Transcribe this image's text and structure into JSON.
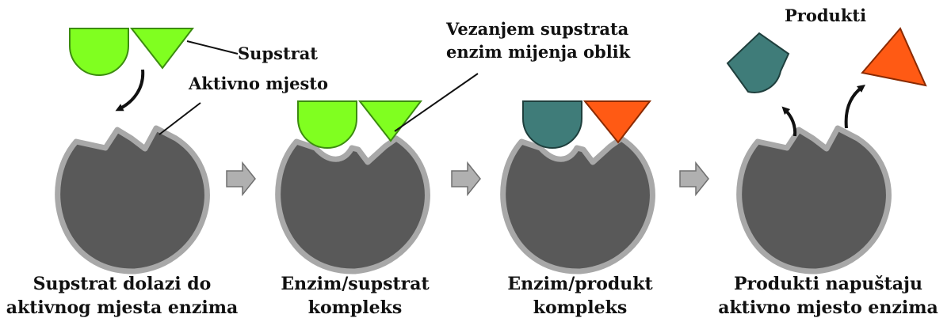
{
  "labels": {
    "substrate": "Supstrat",
    "active_site": "Aktivno mjesto",
    "binding_line1": "Vezanjem supstrata",
    "binding_line2": "enzim mijenja oblik",
    "products": "Produkti"
  },
  "captions": [
    {
      "line1": "Supstrat dolazi do",
      "line2": "aktivnog mjesta enzima"
    },
    {
      "line1": "Enzim/supstrat",
      "line2": "kompleks"
    },
    {
      "line1": "Enzim/produkt",
      "line2": "kompleks"
    },
    {
      "line1": "Produkti napuštaju",
      "line2": "aktivno mjesto enzima"
    }
  ],
  "colors": {
    "enzyme_fill": "#595959",
    "enzyme_stroke": "#a8a8a8",
    "substrate_green": "#80ff20",
    "substrate_green_stroke": "#3c8c10",
    "product_teal": "#3f7c79",
    "product_red": "#ff5a14",
    "arrow_gray": "#b0b0b0"
  }
}
